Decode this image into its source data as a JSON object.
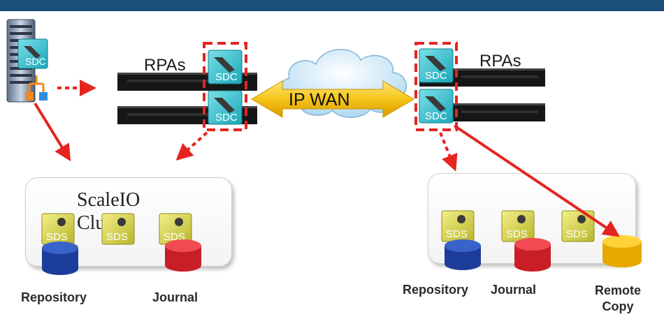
{
  "rpas_left_label": "RPAs",
  "rpas_right_label": "RPAs",
  "wan_label": "IP WAN",
  "sdc_label": "SDC",
  "sds_label": "SDS",
  "cluster_title_line1": "ScaleIO",
  "cluster_title_line2": "Cluster",
  "left_repository": "Repository",
  "left_journal": "Journal",
  "right_repository": "Repository",
  "right_journal": "Journal",
  "remote_copy": "Remote\nCopy",
  "colors": {
    "topbar": "#1a4f7c",
    "arrow_red": "#e52420",
    "dashed_red": "#e52420",
    "repository_blue": "#1c3d9a",
    "journal_red": "#d9232d",
    "remote_yellow": "#f2b705",
    "wan_gold": "#f5c518"
  }
}
